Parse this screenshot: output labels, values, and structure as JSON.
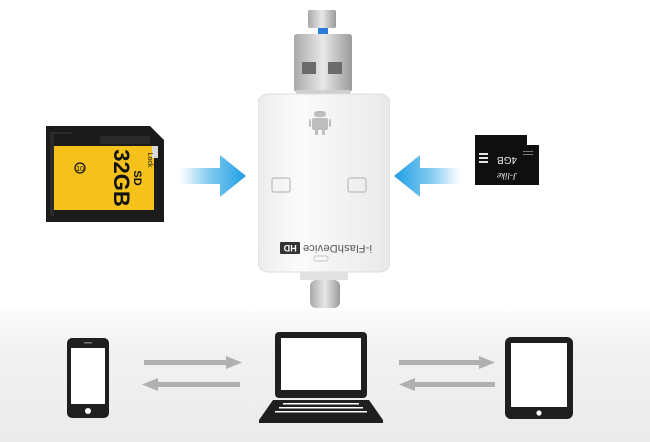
{
  "sd_card": {
    "capacity": "32GB",
    "format": "SD",
    "speed_class": "10",
    "lock": "Lock"
  },
  "micro_sd": {
    "capacity": "4GB",
    "brand": "J-like"
  },
  "reader": {
    "product_name": "i-FlashDevice",
    "badge": "HD"
  },
  "colors": {
    "arrow_blue": "#2aa7e6",
    "sd_yellow": "#f4c21b",
    "device_dark": "#1f1f1f",
    "reader_white": "#f6f6f6"
  }
}
